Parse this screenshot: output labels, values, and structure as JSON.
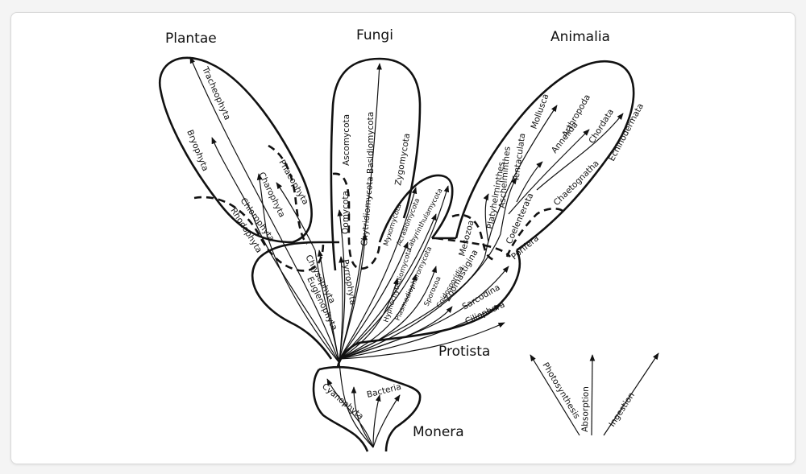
{
  "kingdoms": {
    "plantae": "Plantae",
    "fungi": "Fungi",
    "animalia": "Animalia",
    "protista": "Protista",
    "monera": "Monera"
  },
  "phyla": {
    "tracheophyta": "Tracheophyta",
    "bryophyta": "Bryophyta",
    "chlorophyta_upper": "Charophyta",
    "chlorophyta": "Chlorophyta",
    "rhodophyta": "Rhodophyta",
    "phaeophyta": "Phaeophyta",
    "chrysophyta": "Chrysophyta",
    "euglenophyta": "Euglenophyta",
    "pyrrophyta": "Pyrrophyta",
    "basidiomycota": "Basidiomycota",
    "ascomycota": "Ascomycota",
    "zygomycota": "Zygomycota",
    "oomycota": "Oomycota",
    "chytridiomycota": "Chytridiomycota",
    "myxomycota": "Myxomycota",
    "acrasiomycota": "Acrasiomycota",
    "labyrinthulamycota": "Labyrinthulamycota",
    "hyphochytridiomycota": "Hyphochytridiomycota",
    "plasmodiophoromycota": "Plasmodiophoromycota",
    "sporozoa": "Sporozoa",
    "cnidosporidia": "Cnidosporidia",
    "zoomastigina": "Zoomastigina",
    "sarcodina": "Sarcodina",
    "ciliophora": "Ciliophora",
    "mollusca": "Mollusca",
    "arthropoda": "Arthropoda",
    "annelida": "Annelida",
    "chordata": "Chordata",
    "echinodermata": "Echinodermata",
    "tentaculata": "Tentaculata",
    "aschelminthes": "Aschelminthes",
    "platyhelminthes": "Platyhelminthes",
    "chaetognatha": "Chaetognatha",
    "coelenterata": "Coelenterata",
    "mesozoa": "Mesozoa",
    "porifera": "Porifera",
    "cyanophyta": "Cyanophyta",
    "bacteria": "Bacteria"
  },
  "modes": {
    "photosynthesis": "Photosynthesis",
    "absorption": "Absorption",
    "ingestion": "Ingestion"
  }
}
